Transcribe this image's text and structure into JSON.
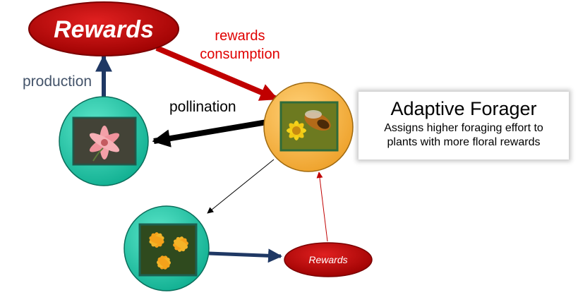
{
  "nodes": {
    "rewards_big": "Rewards",
    "rewards_small": "Rewards"
  },
  "labels": {
    "production": "production",
    "rewards_consumption": [
      "rewards",
      "consumption"
    ],
    "pollination": "pollination"
  },
  "forager": {
    "title": "Adaptive Forager",
    "description": [
      "Assigns higher foraging effort to",
      "plants with more floral rewards"
    ]
  },
  "colors": {
    "rewards_fill": "#c00000",
    "plant_fill": "#1fc9a8",
    "forager_fill": "#f7b23a",
    "production_arrow": "#1f3864",
    "consumption_arrow": "#c00000",
    "pollination_arrow": "#000000",
    "label_red": "#e00000",
    "label_slate": "#44546a"
  },
  "icons": {
    "plant_top": "pink-lily-photo",
    "plant_bottom": "yellow-alstroemeria-photo",
    "forager": "bee-on-flower-photo"
  }
}
